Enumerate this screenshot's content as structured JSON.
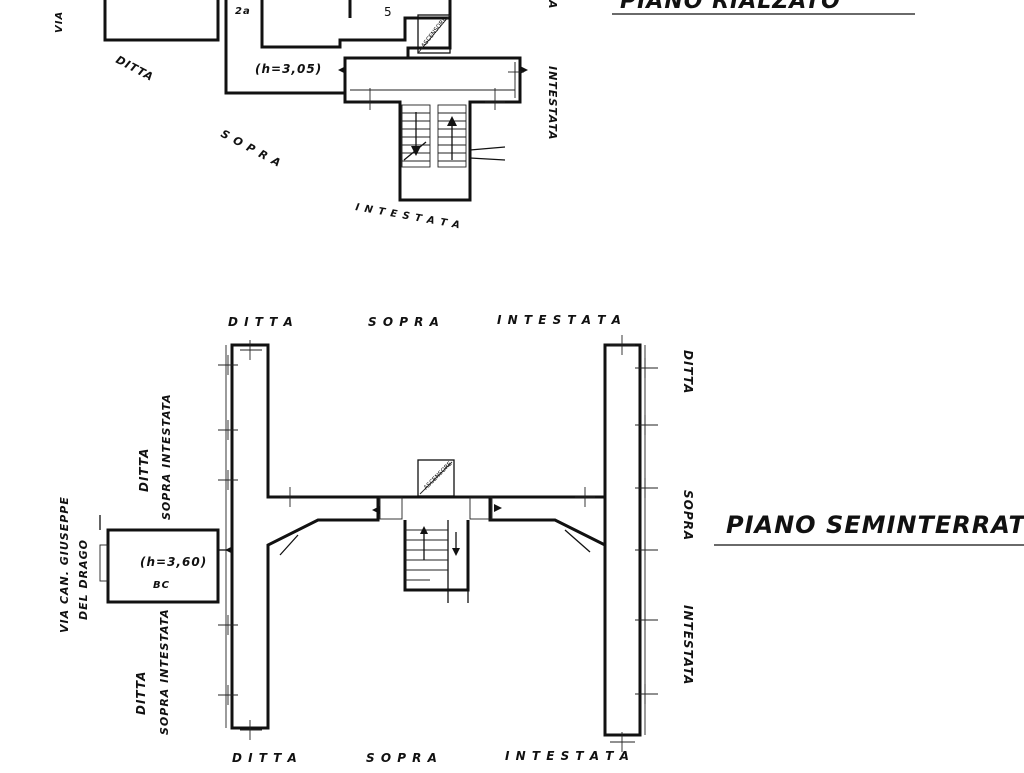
{
  "top_plan": {
    "title": "PIANO RIALZATO",
    "via": "VIA",
    "room_marker_left": "2a",
    "room_number": "5",
    "height": "(h=3,05)",
    "stair_label": "ASCENSORE",
    "labels": {
      "ditta": "DITTA",
      "sopra": "S O P R A",
      "intestata_bottom": "I N T E S T A T A",
      "intestata_right": "INTESTATA"
    }
  },
  "bottom_plan": {
    "title": "PIANO SEMINTERRATO",
    "top_edge": {
      "ditta": "D I T T A",
      "sopra": "S O P R A",
      "intestata": "I N T E S T A T A"
    },
    "bottom_edge": {
      "ditta": "D I T T A",
      "sopra": "S O P R A",
      "intestata": "I N T E S T A T A"
    },
    "right_edge": {
      "ditta": "DITTA",
      "sopra": "SOPRA",
      "intestata": "INTESTATA"
    },
    "left_upper": {
      "ditta": "DITTA",
      "sopra": "SOPRA INTESTATA"
    },
    "left_lower": {
      "ditta": "DITTA",
      "sopra": "SOPRA INTESTATA"
    },
    "street": {
      "line1": "VIA CAN. GIUSEPPE",
      "line2": "DEL DRAGO"
    },
    "room_height": "(h=3,60)",
    "room_code": "BC",
    "stair_label": "ASCENSORE"
  }
}
